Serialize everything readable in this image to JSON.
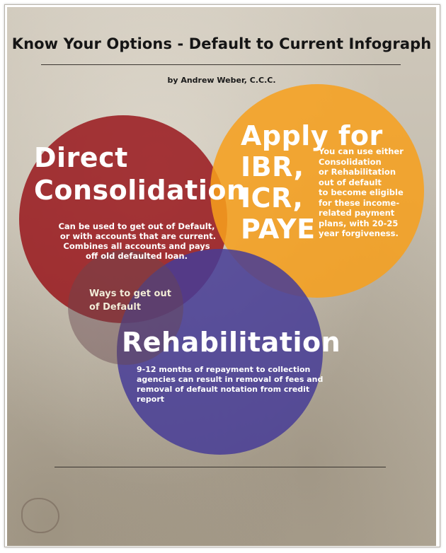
{
  "header": {
    "title": "Know Your Options - Default to Current Infograph",
    "author": "by Andrew Weber, C.C.C."
  },
  "circles": {
    "direct_consolidation": {
      "heading": "Direct\nConsolidation",
      "body": "Can be used to get out of Default,\n or with accounts that are current.\nCombines all accounts and pays\noff old defaulted loan.",
      "color": "#961016"
    },
    "apply_for": {
      "heading": "Apply for\nIBR,\nICR,\nPAYE",
      "body": "You can use either\nConsolidation\nor Rehabilitation\nout of default\nto become eligible\nfor these income-\nrelated payment\nplans, with 20-25\nyear forgiveness.",
      "color": "#f7a01c"
    },
    "rehabilitation": {
      "heading": "Rehabilitation",
      "body": "9-12 months of repayment to collection\nagencies can result in removal of fees and\nremoval of default notation from credit\nreport",
      "color": "#473c96"
    },
    "center": {
      "label": "Ways to get out\nof Default",
      "color": "#694650"
    }
  },
  "colors": {
    "background": "#c3bcae",
    "title_text": "#151515"
  }
}
